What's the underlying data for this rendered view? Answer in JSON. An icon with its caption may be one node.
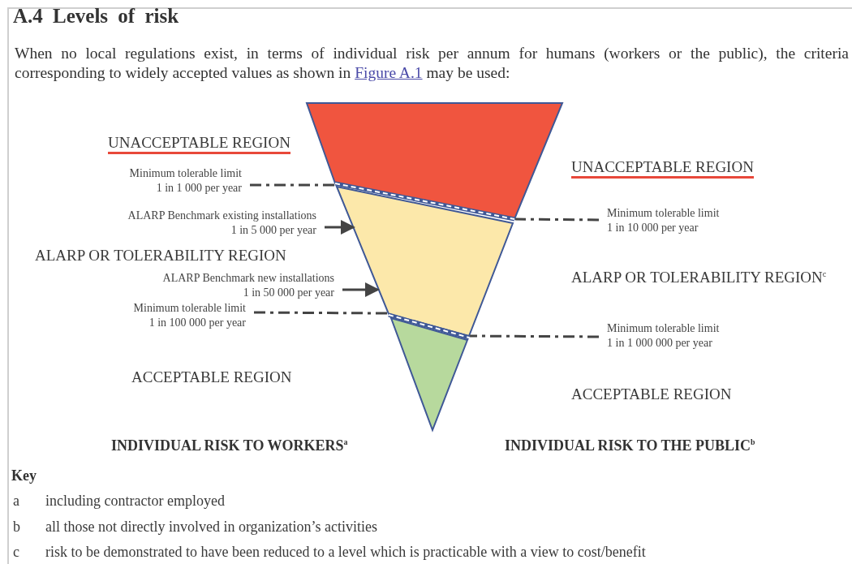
{
  "diagram": {
    "title": "A.4 Levels of risk",
    "nodes": [
      {
        "text": [],
        "shape": "trapezoid"
      },
      {
        "text": [],
        "shape": "trapezoid"
      },
      {
        "text": [],
        "shape": "triangle"
      },
      {
        "text": [
          "Minimum tolerable limit",
          "1 in 1 000 per year"
        ]
      },
      {
        "text": [
          "ALARP Benchmark existing installations",
          "1 in 5 000 per year"
        ]
      },
      {
        "text": [
          "ALARP Benchmark new installations",
          "1 in 50 000 per year"
        ]
      },
      {
        "text": [
          "Minimum tolerable limit",
          "1 in 100 000 per year"
        ]
      },
      {
        "text": [
          "Minimum tolerable limit",
          "1 in 10 000 per year"
        ]
      },
      {
        "text": [
          "Minimum tolerable limit",
          "1 in 1 000 000 per year"
        ]
      }
    ],
    "edges": [
      {
        "from": 3,
        "to": 0,
        "arrow": "none",
        "style": "dashed"
      },
      {
        "from": 4,
        "to": 1,
        "arrow": "to"
      },
      {
        "from": 5,
        "to": 1,
        "arrow": "to"
      },
      {
        "from": 6,
        "to": 1,
        "arrow": "none",
        "style": "dashed"
      },
      {
        "from": 7,
        "to": 0,
        "arrow": "none",
        "style": "dashed"
      },
      {
        "from": 8,
        "to": 1,
        "arrow": "none",
        "style": "dashed"
      }
    ],
    "labels": [
      "When no local regulations exist, in terms of individual risk per annum for humans (workers or the public), the criteria corresponding to widely accepted values as shown in",
      "Figure A.1",
      "may be used:",
      "UNACCEPTABLE REGION",
      "UNACCEPTABLE REGION",
      "ALARP OR TOLERABILITY REGION",
      "ALARP OR TOLERABILITY REGION$^{c}$",
      "ACCEPTABLE REGION",
      "ACCEPTABLE REGION",
      "INDIVIDUAL RISK TO WORKERS$^{a}$",
      "INDIVIDUAL RISK TO THE PUBLIC$^{b}$",
      "Key",
      "a",
      "including contractor employed",
      "b",
      "all those not directly involved in organization’s activities",
      "c",
      "risk to be demonstrated to have been reduced to a level which is practicable with a view to cost/benefit"
    ]
  }
}
